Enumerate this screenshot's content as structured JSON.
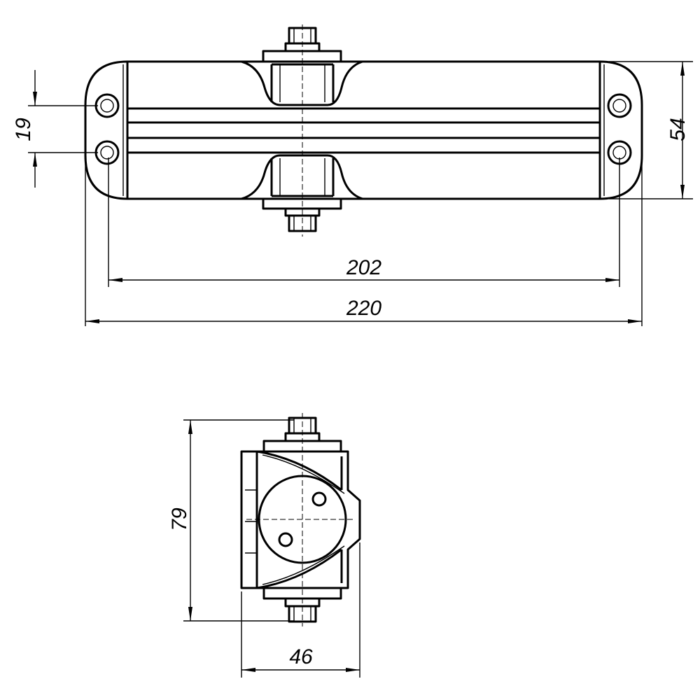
{
  "dimensions": {
    "hole_spacing_vertical": "19",
    "body_height": "54",
    "hole_spacing_horizontal": "202",
    "overall_length": "220",
    "side_height": "79",
    "side_depth": "46"
  }
}
